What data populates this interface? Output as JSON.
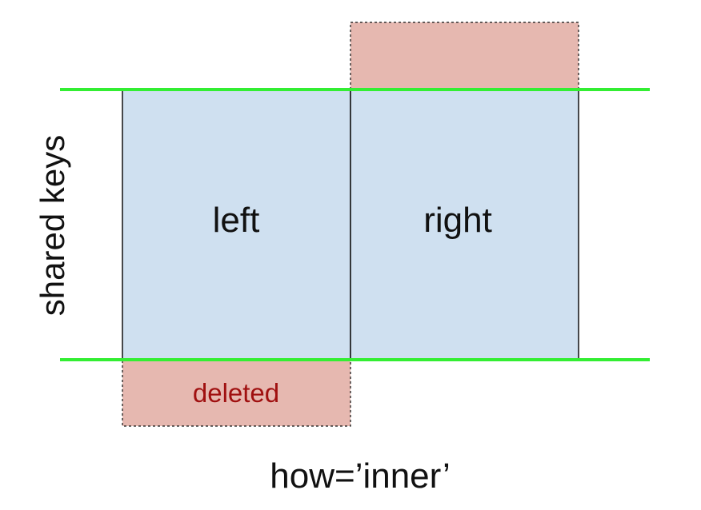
{
  "diagram": {
    "side_label": "shared keys",
    "left_label": "left",
    "right_label": "right",
    "deleted_label": "deleted",
    "caption": "how=’inner’"
  },
  "colors": {
    "table_fill": "#cfe0f0",
    "deleted_fill": "#e6b8b0",
    "deleted_text": "#a01010",
    "key_line": "#33ee33",
    "border": "#111111"
  }
}
